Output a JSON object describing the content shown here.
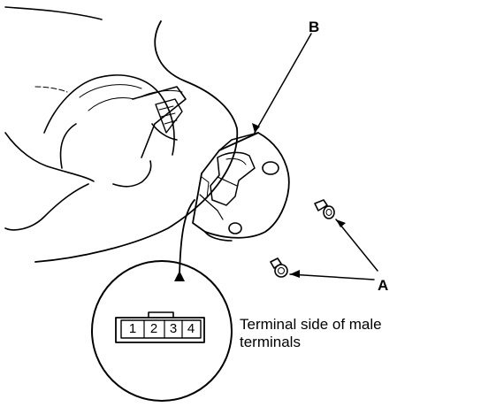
{
  "diagram": {
    "callouts": {
      "a": "A",
      "b": "B"
    },
    "connector": {
      "pins": [
        "1",
        "2",
        "3",
        "4"
      ]
    },
    "caption": {
      "line1": "Terminal side of male",
      "line2": "terminals"
    }
  }
}
